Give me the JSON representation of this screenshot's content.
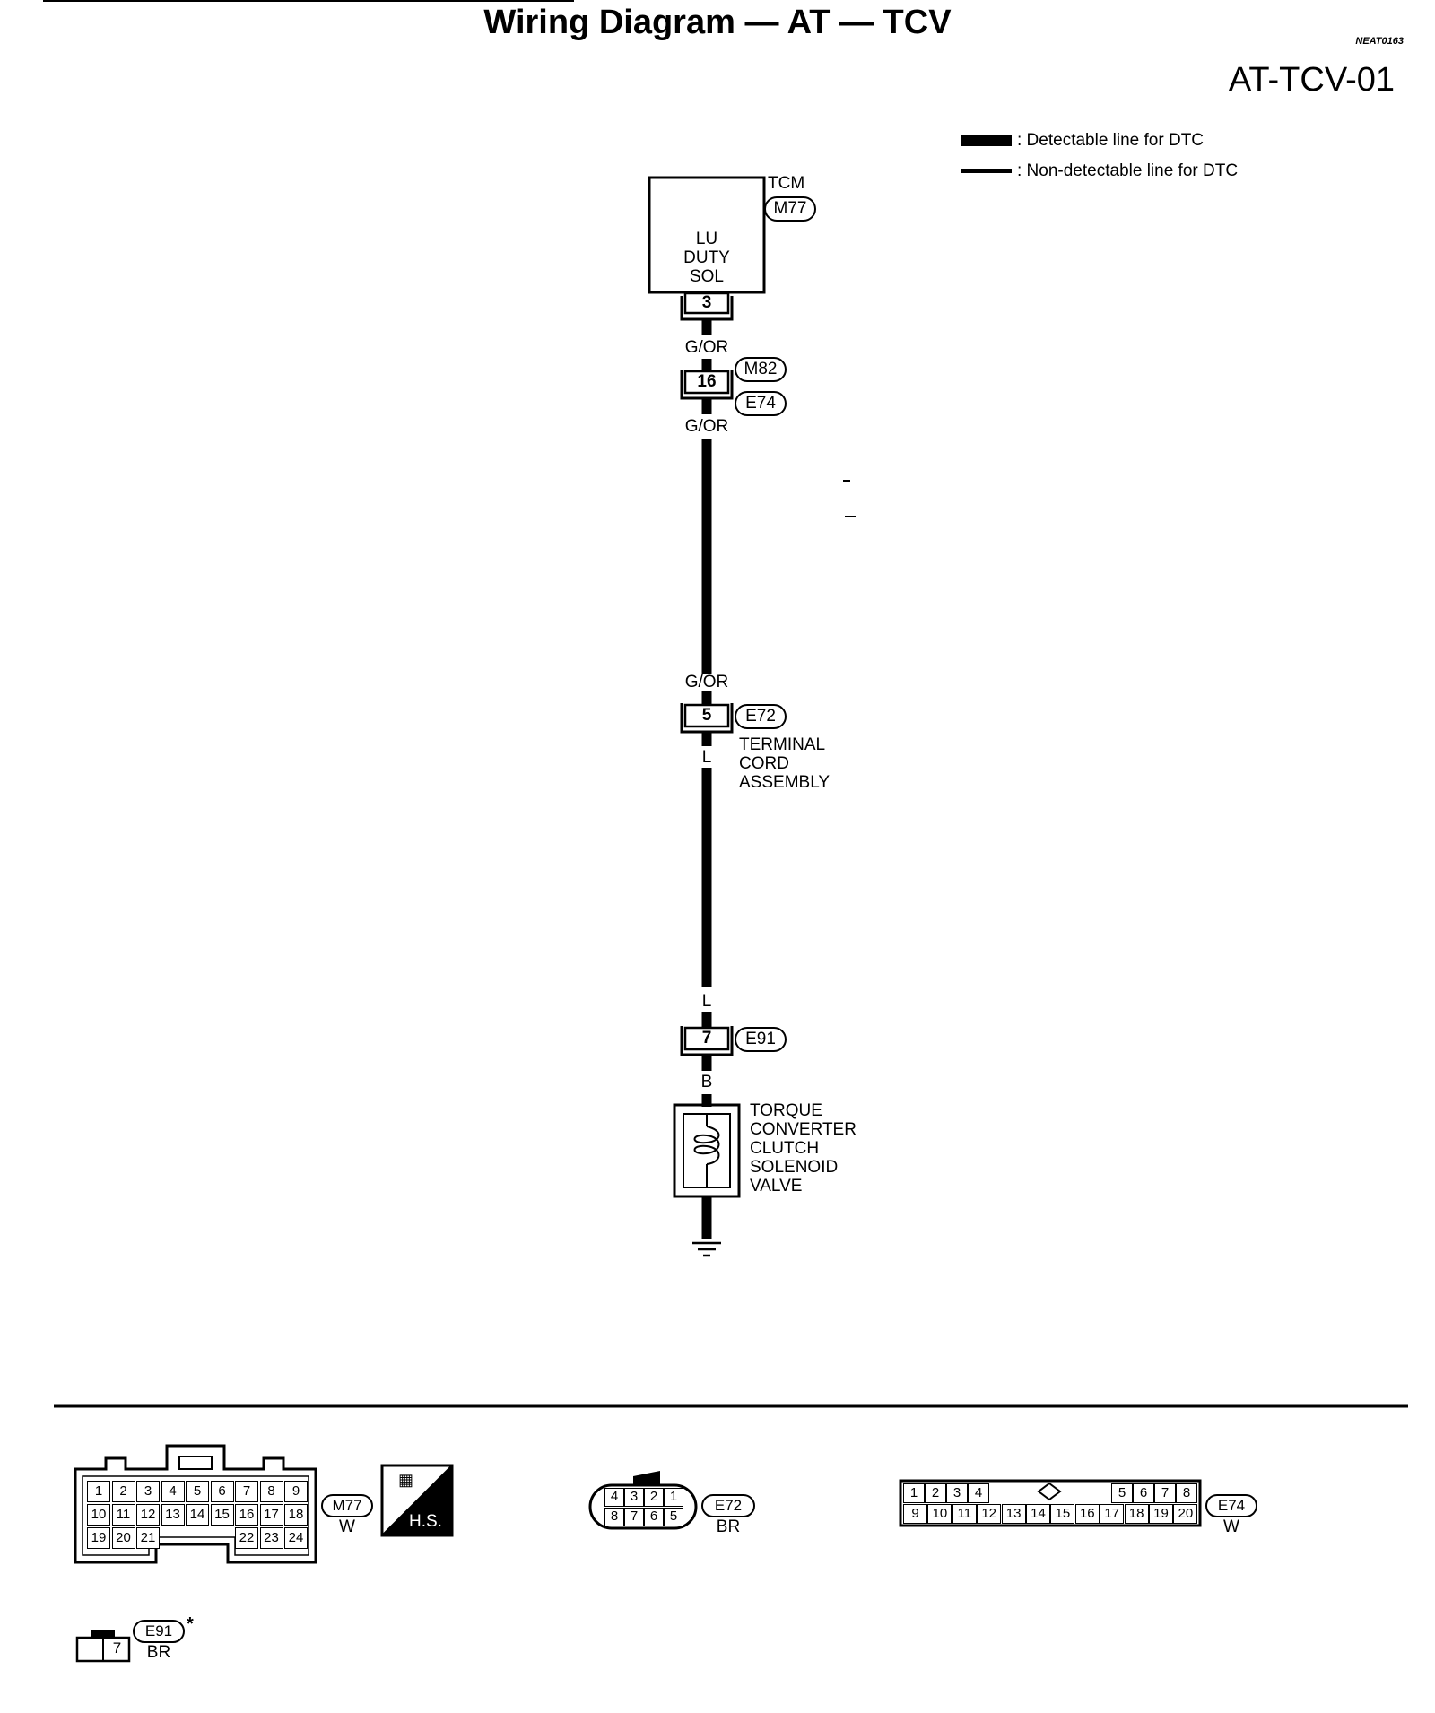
{
  "page": {
    "title": "Wiring Diagram — AT — TCV",
    "code": "NEAT0163",
    "diagram_id": "AT-TCV-01"
  },
  "legend": {
    "detectable": ": Detectable line for DTC",
    "non_detectable": ": Non-detectable line for DTC"
  },
  "tcm": {
    "name": "TCM",
    "connector": "M77",
    "function_lines": [
      "LU",
      "DUTY",
      "SOL"
    ],
    "pin": "3"
  },
  "wires": {
    "w1": "G/OR",
    "w2": "G/OR",
    "w3": "G/OR",
    "w4": "L",
    "w5": "L",
    "w6": "B"
  },
  "joint_m82_e74": {
    "pin": "16",
    "upper": "M82",
    "lower": "E74"
  },
  "terminal_cord": {
    "pin": "5",
    "connector": "E72",
    "lines": [
      "TERMINAL",
      "CORD",
      "ASSEMBLY"
    ]
  },
  "solenoid_conn": {
    "pin": "7",
    "connector": "E91"
  },
  "solenoid": {
    "lines": [
      "TORQUE",
      "CONVERTER",
      "CLUTCH",
      "SOLENOID",
      "VALVE"
    ]
  },
  "faces": {
    "m77": {
      "connector": "M77",
      "color": "W",
      "badge": "H.S.",
      "row1": [
        "1",
        "2",
        "3",
        "4",
        "5",
        "6",
        "7",
        "8",
        "9"
      ],
      "row2": [
        "10",
        "11",
        "12",
        "13",
        "14",
        "15",
        "16",
        "17",
        "18"
      ],
      "row3a": [
        "19",
        "20",
        "21"
      ],
      "row3b": [
        "22",
        "23",
        "24"
      ]
    },
    "e72": {
      "connector": "E72",
      "color": "BR",
      "row1": [
        "4",
        "3",
        "2",
        "1"
      ],
      "row2": [
        "8",
        "7",
        "6",
        "5"
      ]
    },
    "e74": {
      "connector": "E74",
      "color": "W",
      "row1a": [
        "1",
        "2",
        "3",
        "4"
      ],
      "row1b": [
        "5",
        "6",
        "7",
        "8"
      ],
      "row2": [
        "9",
        "10",
        "11",
        "12",
        "13",
        "14",
        "15",
        "16",
        "17",
        "18",
        "19",
        "20"
      ]
    },
    "e91": {
      "connector": "E91",
      "color": "BR",
      "pin": "7",
      "mark": "*"
    }
  }
}
